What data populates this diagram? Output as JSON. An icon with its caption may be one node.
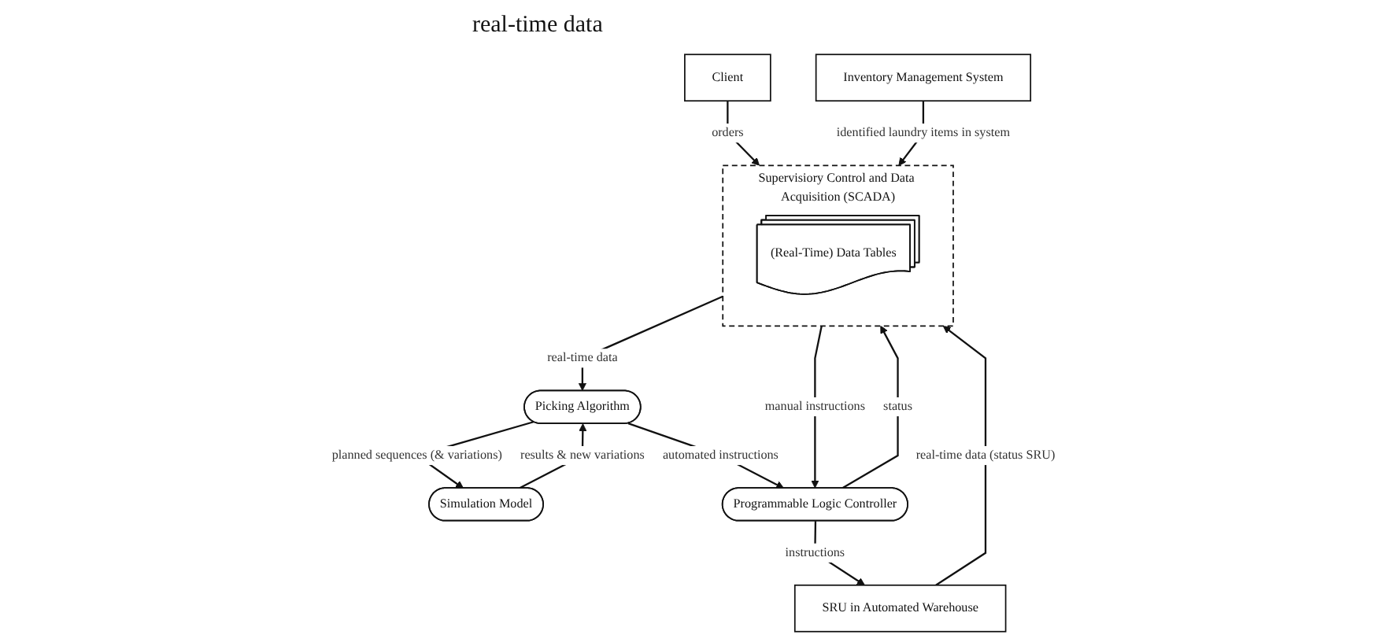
{
  "diagram": {
    "nodes": [
      {
        "text": [
          "Simulation Model"
        ]
      },
      {
        "text": [
          "Client"
        ]
      },
      {
        "text": [
          "Inventory Management System"
        ]
      },
      {
        "text": [
          "Supervisiory Control and Data Acquisition (SCADA)"
        ]
      },
      {
        "text": [
          "(Real-Time) Data Tables"
        ],
        "in": 3
      },
      {
        "text": [
          "Picking Algorithm"
        ]
      },
      {
        "text": [
          "Programmable Logic Controller"
        ]
      },
      {
        "text": [
          "SRU in Automated Warehouse"
        ]
      }
    ],
    "edges": [
      {
        "from": 5,
        "to": 0,
        "arrow": "to",
        "label": "planned sequences (& variations)"
      },
      {
        "from": 0,
        "to": 5,
        "arrow": "to",
        "label": "results & new variations"
      },
      {
        "from": 1,
        "to": 3,
        "arrow": "to",
        "label": "orders"
      },
      {
        "from": 2,
        "to": 3,
        "arrow": "to",
        "label": "identified laundry items in system"
      },
      {
        "from": 3,
        "to": 5,
        "arrow": "to",
        "label": "real-time data"
      },
      {
        "from": 5,
        "to": 6,
        "arrow": "to",
        "label": "automated instructions"
      },
      {
        "from": 3,
        "to": 6,
        "arrow": "to",
        "label": "manual instructions"
      },
      {
        "from": 6,
        "to": 3,
        "arrow": "to",
        "label": "status"
      },
      {
        "from": 6,
        "to": 7,
        "arrow": "to",
        "label": "instructions"
      },
      {
        "from": 7,
        "to": 3,
        "arrow": "to",
        "label": "real-time data (status SRU)"
      }
    ],
    "labels": [
      "real-time data"
    ]
  }
}
